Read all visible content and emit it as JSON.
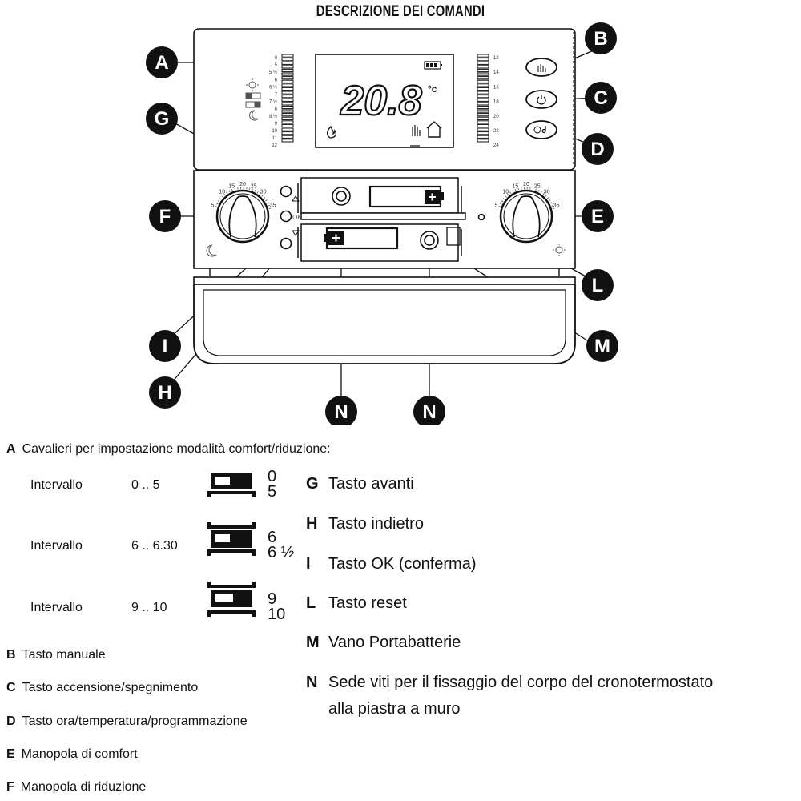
{
  "title": "DESCRIZIONE DEI COMANDI",
  "display": {
    "temperature": "20.8",
    "unit": "°c",
    "left_scale": [
      "0",
      "5",
      "5 ½",
      "6",
      "6 ½",
      "7",
      "7 ½",
      "8",
      "8 ½",
      "9",
      "10",
      "11",
      "12"
    ],
    "right_scale": [
      "12",
      "14",
      "16",
      "18",
      "20",
      "22",
      "24"
    ]
  },
  "dials": {
    "ticks": [
      "5",
      "10",
      "15",
      "20",
      "25",
      "30",
      "35"
    ]
  },
  "ok_label": "OK",
  "callouts": [
    "A",
    "B",
    "C",
    "D",
    "E",
    "F",
    "G",
    "H",
    "I",
    "L",
    "M",
    "N",
    "N"
  ],
  "legend_a": {
    "letter": "A",
    "text": "Cavalieri per impostazione modalità comfort/riduzione:",
    "rows": [
      {
        "label": "Intervallo",
        "range": "0 .. 5",
        "top": "0",
        "bottom": "5"
      },
      {
        "label": "Intervallo",
        "range": "6 .. 6.30",
        "top": "6",
        "bottom": "6 ½"
      },
      {
        "label": "Intervallo",
        "range": "9 .. 10",
        "top": "9",
        "bottom": "10"
      }
    ]
  },
  "legend_left": [
    {
      "letter": "B",
      "text": "Tasto manuale"
    },
    {
      "letter": "C",
      "text": "Tasto accensione/spegnimento"
    },
    {
      "letter": "D",
      "text": "Tasto ora/temperatura/programmazione"
    },
    {
      "letter": "E",
      "text": "Manopola di comfort"
    },
    {
      "letter": "F",
      "text": "Manopola di riduzione"
    }
  ],
  "legend_right": [
    {
      "letter": "G",
      "text": "Tasto avanti"
    },
    {
      "letter": "H",
      "text": "Tasto indietro"
    },
    {
      "letter": "I",
      "text": "Tasto OK (conferma)"
    },
    {
      "letter": "L",
      "text": "Tasto reset"
    },
    {
      "letter": "M",
      "text": "Vano Portabatterie"
    },
    {
      "letter": "N",
      "text": "Sede viti per il fissaggio del corpo del cronotermostato",
      "text2": "alla piastra a muro"
    }
  ]
}
